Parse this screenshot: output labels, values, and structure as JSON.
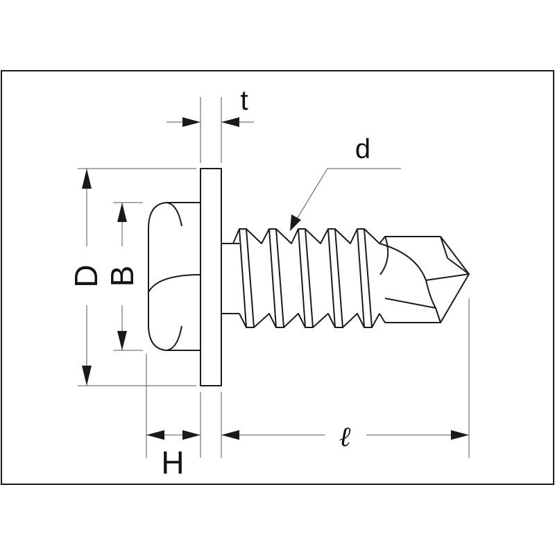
{
  "labels": {
    "t": "t",
    "d": "d",
    "D": "D",
    "B": "B",
    "H": "H",
    "l": "ℓ"
  },
  "colors": {
    "line": "#1a1a1a",
    "background": "#ffffff"
  }
}
